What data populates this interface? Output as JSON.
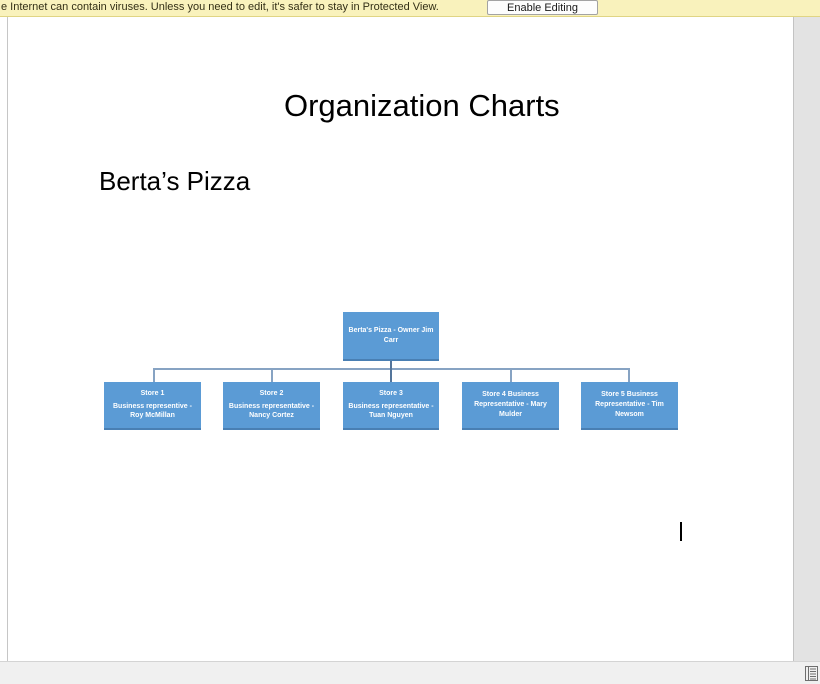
{
  "protected_view_bar": {
    "message": "e Internet can contain viruses. Unless you need to edit, it's safer to stay in Protected View.",
    "button_label": "Enable Editing"
  },
  "document": {
    "title": "Organization Charts",
    "subtitle": "Berta’s Pizza"
  },
  "org_chart": {
    "root": {
      "label": "Berta's Pizza - Owner Jim Carr"
    },
    "stores": [
      {
        "title": "Store 1",
        "subtitle": "Business representive - Roy McMillan"
      },
      {
        "title": "Store 2",
        "subtitle": "Business representative - Nancy Cortez"
      },
      {
        "title": "Store 3",
        "subtitle": "Business representative - Tuan Nguyen"
      },
      {
        "subtitle": "Store 4 Business Representative - Mary Mulder"
      },
      {
        "subtitle": "Store 5 Business Representative - Tim Newsom"
      }
    ]
  },
  "colors": {
    "box_fill": "#5B9BD5",
    "connector": "#87A3C3",
    "connector_dark": "#54759B",
    "banner_bg": "#F9F2BC",
    "banner_border": "#E0D584"
  }
}
